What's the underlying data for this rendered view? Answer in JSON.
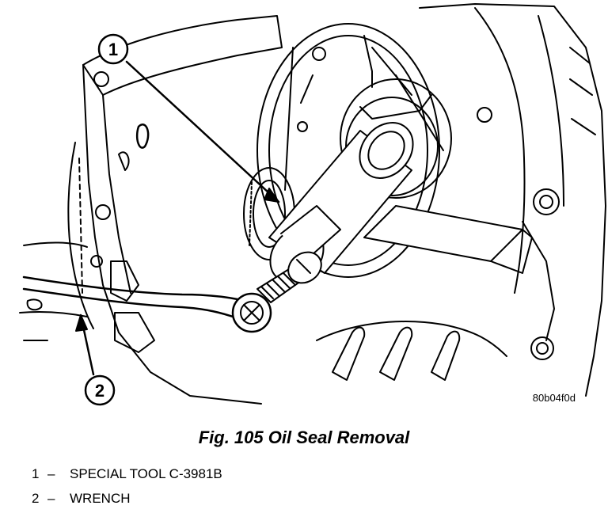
{
  "figure": {
    "code": "80b04f0d",
    "callouts": [
      {
        "num": "1"
      },
      {
        "num": "2"
      }
    ]
  },
  "caption": "Fig. 105 Oil Seal Removal",
  "legend": [
    {
      "num": "1",
      "dash": "–",
      "label": "SPECIAL TOOL C-3981B"
    },
    {
      "num": "2",
      "dash": "–",
      "label": "WRENCH"
    }
  ],
  "colors": {
    "ink": "#000000",
    "paper": "#ffffff"
  }
}
